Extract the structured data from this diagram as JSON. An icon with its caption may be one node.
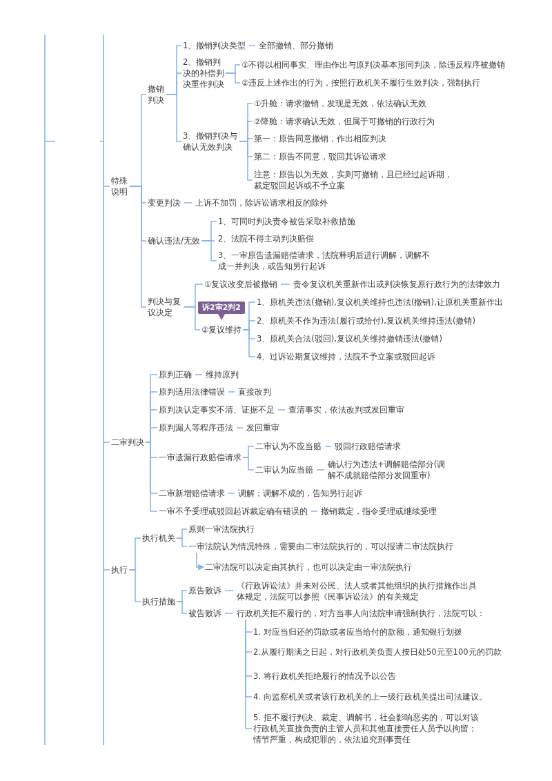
{
  "diagram": {
    "nodes": [
      {
        "text": [
          "特殊说明"
        ]
      },
      {
        "text": [
          "撤销判决"
        ]
      },
      {
        "text": [
          "1、撤销判决类型"
        ]
      },
      {
        "text": [
          "全部撤销、部分撤销"
        ]
      },
      {
        "text": [
          "2、撤销判决的补偿判决重作判决"
        ]
      },
      {
        "text": [
          "①不得以相同事实、理由作出与原判决基本形同判决，除违反程序被撤销"
        ]
      },
      {
        "text": [
          "②违反上述作出的行为，按照行政机关不履行生效判决，强制执行"
        ]
      },
      {
        "text": [
          "3、撤销判决与确认无效判决"
        ]
      },
      {
        "text": [
          "①升舱：请求撤销，发现是无效，依法确认无效"
        ]
      },
      {
        "text": [
          "②降舱：请求确认无效，但属于可撤销的行政行为"
        ]
      },
      {
        "text": [
          "第一：原告同意撤销，作出相应判决"
        ]
      },
      {
        "text": [
          "第二：原告不同意，驳回其诉讼请求"
        ]
      },
      {
        "text": [
          "注意：原告以为无效，实则可撤销，且已经过起诉期，裁定驳回起诉或不予立案"
        ]
      },
      {
        "text": [
          "变更判决"
        ]
      },
      {
        "text": [
          "上诉不加罚，除诉讼请求相反的除外"
        ]
      },
      {
        "text": [
          "确认违法/无效"
        ]
      },
      {
        "text": [
          "1、可同时判决责令被告采取补救措施"
        ]
      },
      {
        "text": [
          "2、法院不得主动判决赔偿"
        ]
      },
      {
        "text": [
          "3、一审原告遗漏赔偿请求，法院释明后进行调解，调解不成一并判决，或告知另行起诉"
        ]
      },
      {
        "text": [
          "判决与复议决定"
        ]
      },
      {
        "text": [
          "①复议改变后被撤销"
        ]
      },
      {
        "text": [
          "责令复议机关重新作出或判决恢复原行政行为的法律效力"
        ]
      },
      {
        "text": [
          "②复议维持"
        ]
      },
      {
        "text": [
          "诉2审2判2"
        ]
      },
      {
        "text": [
          "1、原机关违法(撤销),复议机关维持也违法(撤销),让原机关重新作出"
        ]
      },
      {
        "text": [
          "2、原机关不作为违法(履行或给付),复议机关维持违法(撤销)"
        ]
      },
      {
        "text": [
          "3、原机关合法(驳回),复议机关维持撤销违法(撤销)"
        ]
      },
      {
        "text": [
          "4、过诉讼期复议维持，法院不予立案或驳回起诉"
        ]
      },
      {
        "text": [
          "二审判决"
        ]
      },
      {
        "text": [
          "原判正确"
        ]
      },
      {
        "text": [
          "维持原判"
        ]
      },
      {
        "text": [
          "原判适用法律错误"
        ]
      },
      {
        "text": [
          "直接改判"
        ]
      },
      {
        "text": [
          "原判决认定事实不清、证据不足"
        ]
      },
      {
        "text": [
          "查清事实，依法改判或发回重审"
        ]
      },
      {
        "text": [
          "原判漏人等程序违法"
        ]
      },
      {
        "text": [
          "发回重审"
        ]
      },
      {
        "text": [
          "一审遗漏行政赔偿请求"
        ]
      },
      {
        "text": [
          "二审认为不应当赔"
        ]
      },
      {
        "text": [
          "驳回行政赔偿请求"
        ]
      },
      {
        "text": [
          "二审认为应当赔"
        ]
      },
      {
        "text": [
          "确认行为违法+调解赔偿部分(调解不成就赔偿部分发回重审)"
        ]
      },
      {
        "text": [
          "二审新增赔偿请求"
        ]
      },
      {
        "text": [
          "调解；调解不成的，告知另行起诉"
        ]
      },
      {
        "text": [
          "一审不予受理或驳回起诉裁定确有错误的"
        ]
      },
      {
        "text": [
          "撤销裁定，指令受理或继续受理"
        ]
      },
      {
        "text": [
          "执行"
        ]
      },
      {
        "text": [
          "执行机关"
        ]
      },
      {
        "text": [
          "原则一审法院执行"
        ]
      },
      {
        "text": [
          "一审法院认为情况特殊，需要由二审法院执行的，可以报请二审法院执行"
        ]
      },
      {
        "text": [
          "二审法院可以决定由其执行，也可以决定由一审法院执行"
        ]
      },
      {
        "text": [
          "执行措施"
        ]
      },
      {
        "text": [
          "原告败诉"
        ]
      },
      {
        "text": [
          "《行政诉讼法》并未对公民、法人或者其他组织的执行措施作出具体规定，法院可以参照《民事诉讼法》的有关规定"
        ]
      },
      {
        "text": [
          "被告败诉"
        ]
      },
      {
        "text": [
          "行政机关拒不履行的，对方当事人向法院申请强制执行，法院可以："
        ]
      },
      {
        "text": [
          "1. 对应当归还的罚款或者应当给付的款额，通知银行划拨"
        ]
      },
      {
        "text": [
          "2.从履行期满之日起，对行政机关负责人按日处50元至100元的罚款"
        ]
      },
      {
        "text": [
          "3. 将行政机关拒绝履行的情况予以公告"
        ]
      },
      {
        "text": [
          "4. 向监察机关或者该行政机关的上一级行政机关提出司法建议。"
        ]
      },
      {
        "text": [
          "5. 拒不履行判决、裁定、调解书，社会影响恶劣的，可以对该行政机关直接负责的主管人员和其他直接责任人员予以拘留；情节严重，构成犯罪的，依法追究刑事责任"
        ]
      }
    ],
    "edges": [
      {
        "from": null,
        "to": 0,
        "arrow": "none"
      },
      {
        "from": null,
        "to": 28,
        "arrow": "none"
      },
      {
        "from": null,
        "to": 46,
        "arrow": "none"
      },
      {
        "from": 0,
        "to": 1,
        "arrow": "none"
      },
      {
        "from": 1,
        "to": 2,
        "arrow": "none"
      },
      {
        "from": 2,
        "to": 3,
        "arrow": "none"
      },
      {
        "from": 1,
        "to": 4,
        "arrow": "none"
      },
      {
        "from": 4,
        "to": 5,
        "arrow": "none"
      },
      {
        "from": 4,
        "to": 6,
        "arrow": "none"
      },
      {
        "from": 1,
        "to": 7,
        "arrow": "none"
      },
      {
        "from": 7,
        "to": 8,
        "arrow": "none"
      },
      {
        "from": 7,
        "to": 9,
        "arrow": "none"
      },
      {
        "from": 7,
        "to": 10,
        "arrow": "none"
      },
      {
        "from": 7,
        "to": 11,
        "arrow": "none"
      },
      {
        "from": 7,
        "to": 12,
        "arrow": "none"
      },
      {
        "from": 0,
        "to": 13,
        "arrow": "none"
      },
      {
        "from": 13,
        "to": 14,
        "arrow": "none"
      },
      {
        "from": 0,
        "to": 15,
        "arrow": "none"
      },
      {
        "from": 15,
        "to": 16,
        "arrow": "none"
      },
      {
        "from": 15,
        "to": 17,
        "arrow": "none"
      },
      {
        "from": 15,
        "to": 18,
        "arrow": "none"
      },
      {
        "from": 0,
        "to": 19,
        "arrow": "none"
      },
      {
        "from": 19,
        "to": 20,
        "arrow": "none"
      },
      {
        "from": 20,
        "to": 21,
        "arrow": "none"
      },
      {
        "from": 19,
        "to": 22,
        "arrow": "none"
      },
      {
        "from": 22,
        "to": 24,
        "arrow": "none"
      },
      {
        "from": 22,
        "to": 25,
        "arrow": "none"
      },
      {
        "from": 22,
        "to": 26,
        "arrow": "none"
      },
      {
        "from": 22,
        "to": 27,
        "arrow": "none"
      },
      {
        "from": 28,
        "to": 29,
        "arrow": "none"
      },
      {
        "from": 29,
        "to": 30,
        "arrow": "none"
      },
      {
        "from": 28,
        "to": 31,
        "arrow": "none"
      },
      {
        "from": 31,
        "to": 32,
        "arrow": "none"
      },
      {
        "from": 28,
        "to": 33,
        "arrow": "none"
      },
      {
        "from": 33,
        "to": 34,
        "arrow": "none"
      },
      {
        "from": 28,
        "to": 35,
        "arrow": "none"
      },
      {
        "from": 35,
        "to": 36,
        "arrow": "none"
      },
      {
        "from": 28,
        "to": 37,
        "arrow": "none"
      },
      {
        "from": 37,
        "to": 38,
        "arrow": "none"
      },
      {
        "from": 38,
        "to": 39,
        "arrow": "none"
      },
      {
        "from": 37,
        "to": 40,
        "arrow": "none"
      },
      {
        "from": 40,
        "to": 41,
        "arrow": "none"
      },
      {
        "from": 28,
        "to": 42,
        "arrow": "none"
      },
      {
        "from": 42,
        "to": 43,
        "arrow": "none"
      },
      {
        "from": 28,
        "to": 44,
        "arrow": "none"
      },
      {
        "from": 44,
        "to": 45,
        "arrow": "none"
      },
      {
        "from": 46,
        "to": 47,
        "arrow": "none"
      },
      {
        "from": 47,
        "to": 48,
        "arrow": "none"
      },
      {
        "from": 47,
        "to": 49,
        "arrow": "none"
      },
      {
        "from": 49,
        "to": 50,
        "arrow": "to"
      },
      {
        "from": 46,
        "to": 51,
        "arrow": "none"
      },
      {
        "from": 51,
        "to": 52,
        "arrow": "none"
      },
      {
        "from": 52,
        "to": 53,
        "arrow": "none"
      },
      {
        "from": 51,
        "to": 54,
        "arrow": "none"
      },
      {
        "from": 54,
        "to": 55,
        "arrow": "none"
      },
      {
        "from": 55,
        "to": 56,
        "arrow": "none"
      },
      {
        "from": 55,
        "to": 57,
        "arrow": "none"
      },
      {
        "from": 55,
        "to": 58,
        "arrow": "none"
      },
      {
        "from": 55,
        "to": 59,
        "arrow": "none"
      },
      {
        "from": 55,
        "to": 60,
        "arrow": "none"
      }
    ]
  }
}
